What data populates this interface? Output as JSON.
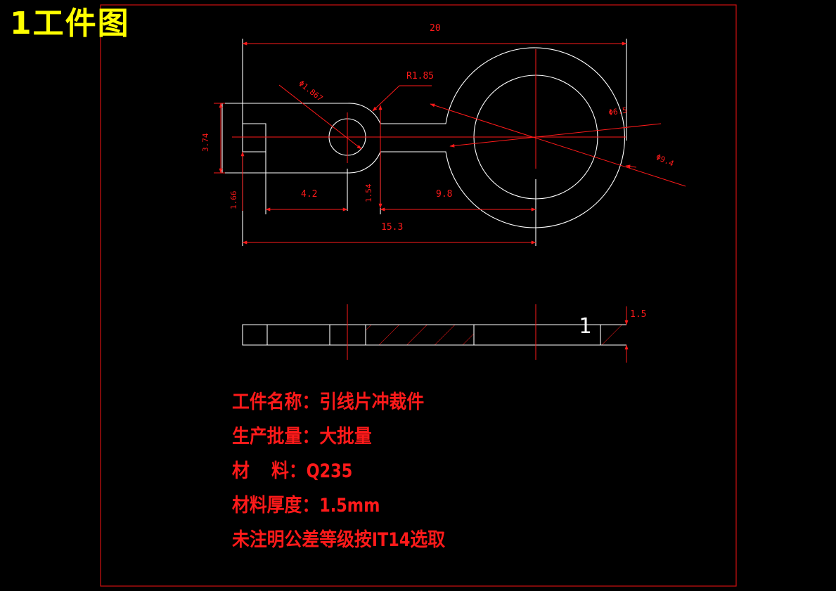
{
  "title": "1工件图",
  "colors": {
    "background": "#000000",
    "geometry": "#ffffff",
    "dimension": "#ff1a1a",
    "title": "#ffff00",
    "frame": "#d01010"
  },
  "dimensions": {
    "overall_length": "20",
    "radius_tip": "R1.85",
    "hole_small": "Φ1.867",
    "ring_inner": "Φ6.5",
    "ring_outer": "Φ9.4",
    "slot_height": "3.74",
    "tab_offset": "1.66",
    "len_4_2": "4.2",
    "neck_width": "1.54",
    "len_9_8": "9.8",
    "len_15_3": "15.3",
    "thickness": "1.5"
  },
  "section_label": "1",
  "notes": [
    "工件名称：引线片冲裁件",
    "生产批量：大批量",
    "材    料：Q235",
    "材料厚度：1.5mm",
    "未注明公差等级按IT14选取"
  ]
}
